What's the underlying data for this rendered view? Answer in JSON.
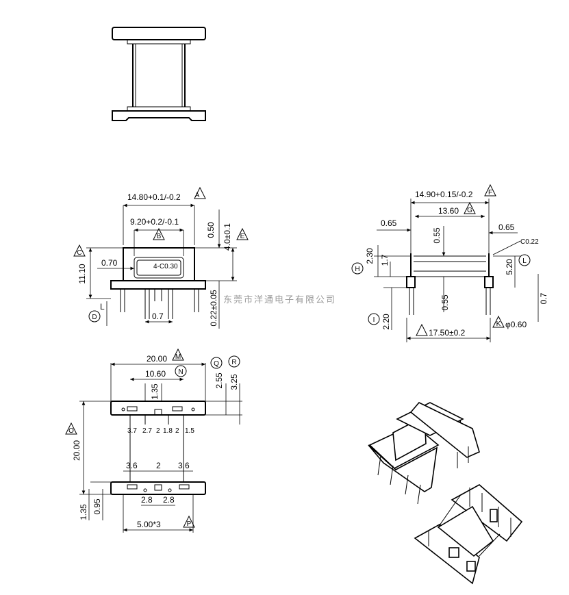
{
  "watermark": "东莞市洋通电子有限公司",
  "front_view": {
    "width": "14.80+0.1/-0.2",
    "width_mark": "A",
    "inner_width": "9.20+0.2/-0.1",
    "inner_mark": "B",
    "top_thk": "0.50",
    "top_h": "4.0±0.1",
    "top_h_mark": "E",
    "height": "11.10",
    "height_mark": "C",
    "side_w": "0.70",
    "chamfer": "4-C0.30",
    "pin_pitch": "0.7",
    "pin_dim": "0.22±0.05",
    "pin_mark": "D",
    "pin_len": "L"
  },
  "side_view": {
    "width": "14.90+0.15/-0.2",
    "width_mark": "F",
    "inner": "13.60",
    "inner_mark": "G",
    "left": "0.65",
    "right": "0.65",
    "chamfer": "C0.22",
    "d1": "0.55",
    "d2": "2.30",
    "d3": "1.7",
    "d4": "5.20",
    "d5": "0.55",
    "d6": "2.20",
    "d7": "0.7",
    "span": "17.50±0.2",
    "pin_d": "φ0.60",
    "mark_h": "H",
    "mark_i": "I",
    "mark_l": "L",
    "mark_k": "K"
  },
  "bottom_view": {
    "width": "20.00",
    "width_mark": "M",
    "inner": "10.60",
    "inner_mark": "N",
    "d1": "1.35",
    "d2": "2.55",
    "d3": "3.25",
    "mark_q": "Q",
    "mark_r": "R",
    "spacings": [
      "3.7",
      "2.7",
      "2",
      "1.8",
      "2",
      "1.5"
    ],
    "height": "20.00",
    "height_mark": "O",
    "b1": "3.6",
    "b2": "2",
    "b3": "3.6",
    "c1": "2.8",
    "c2": "2.8",
    "pitch": "5.00*3",
    "pitch_mark": "P",
    "e1": "1.35",
    "e2": "0.95"
  }
}
